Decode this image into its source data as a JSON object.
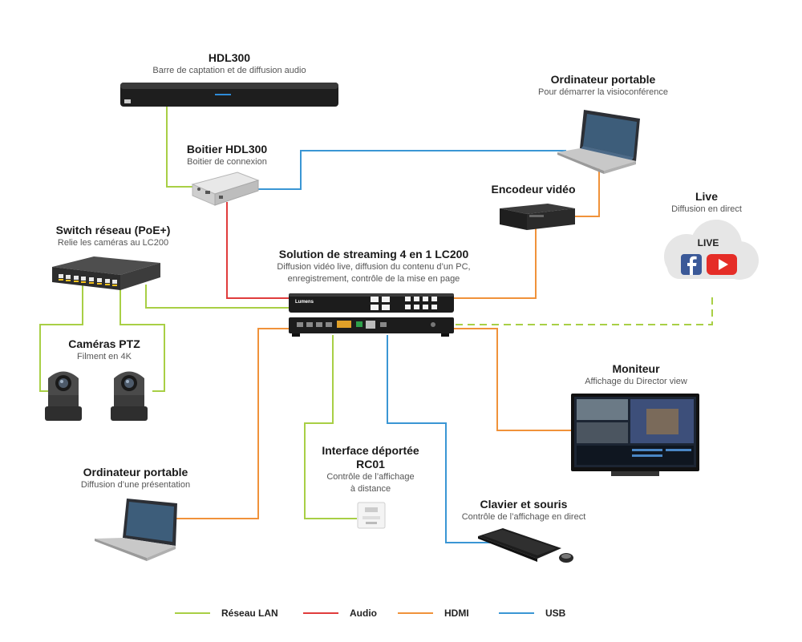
{
  "nodes": {
    "hdl300": {
      "title": "HDL300",
      "subtitle": "Barre de captation et de diffusion audio"
    },
    "boitier": {
      "title": "Boitier HDL300",
      "subtitle": "Boitier de connexion"
    },
    "laptop_top": {
      "title": "Ordinateur portable",
      "subtitle": "Pour démarrer la visioconférence"
    },
    "encodeur": {
      "title": "Encodeur vidéo"
    },
    "live": {
      "title": "Live",
      "subtitle": "Diffusion en direct",
      "cloud_text": "LIVE"
    },
    "switch": {
      "title": "Switch réseau (PoE+)",
      "subtitle": "Relie les caméras au LC200"
    },
    "lc200": {
      "title": "Solution de streaming 4 en 1 LC200",
      "subtitle1": "Diffusion vidéo live, diffusion du contenu d’un PC,",
      "subtitle2": "enregistrement, contrôle de la mise en page",
      "brand": "Lumens"
    },
    "cameras": {
      "title": "Caméras PTZ",
      "subtitle": "Filment en 4K"
    },
    "moniteur": {
      "title": "Moniteur",
      "subtitle": "Affichage du Director view"
    },
    "laptop_bottom": {
      "title": "Ordinateur portable",
      "subtitle": "Diffusion d’une présentation"
    },
    "rc01": {
      "title1": "Interface déportée",
      "title2": "RC01",
      "subtitle1": "Contrôle de l’affichage",
      "subtitle2": "à distance"
    },
    "clavier": {
      "title": "Clavier et souris",
      "subtitle": "Contrôle de l’affichage en direct"
    }
  },
  "legend": [
    {
      "label": "Réseau LAN",
      "color": "#a8cf45"
    },
    {
      "label": "Audio",
      "color": "#e03c3c"
    },
    {
      "label": "HDMI",
      "color": "#f0923a"
    },
    {
      "label": "USB",
      "color": "#3a96d4"
    }
  ],
  "colors": {
    "lan": "#a8cf45",
    "audio": "#e03c3c",
    "hdmi": "#f0923a",
    "usb": "#3a96d4",
    "device_dark": "#222222",
    "facebook": "#3b5998",
    "youtube": "#e52d27"
  }
}
